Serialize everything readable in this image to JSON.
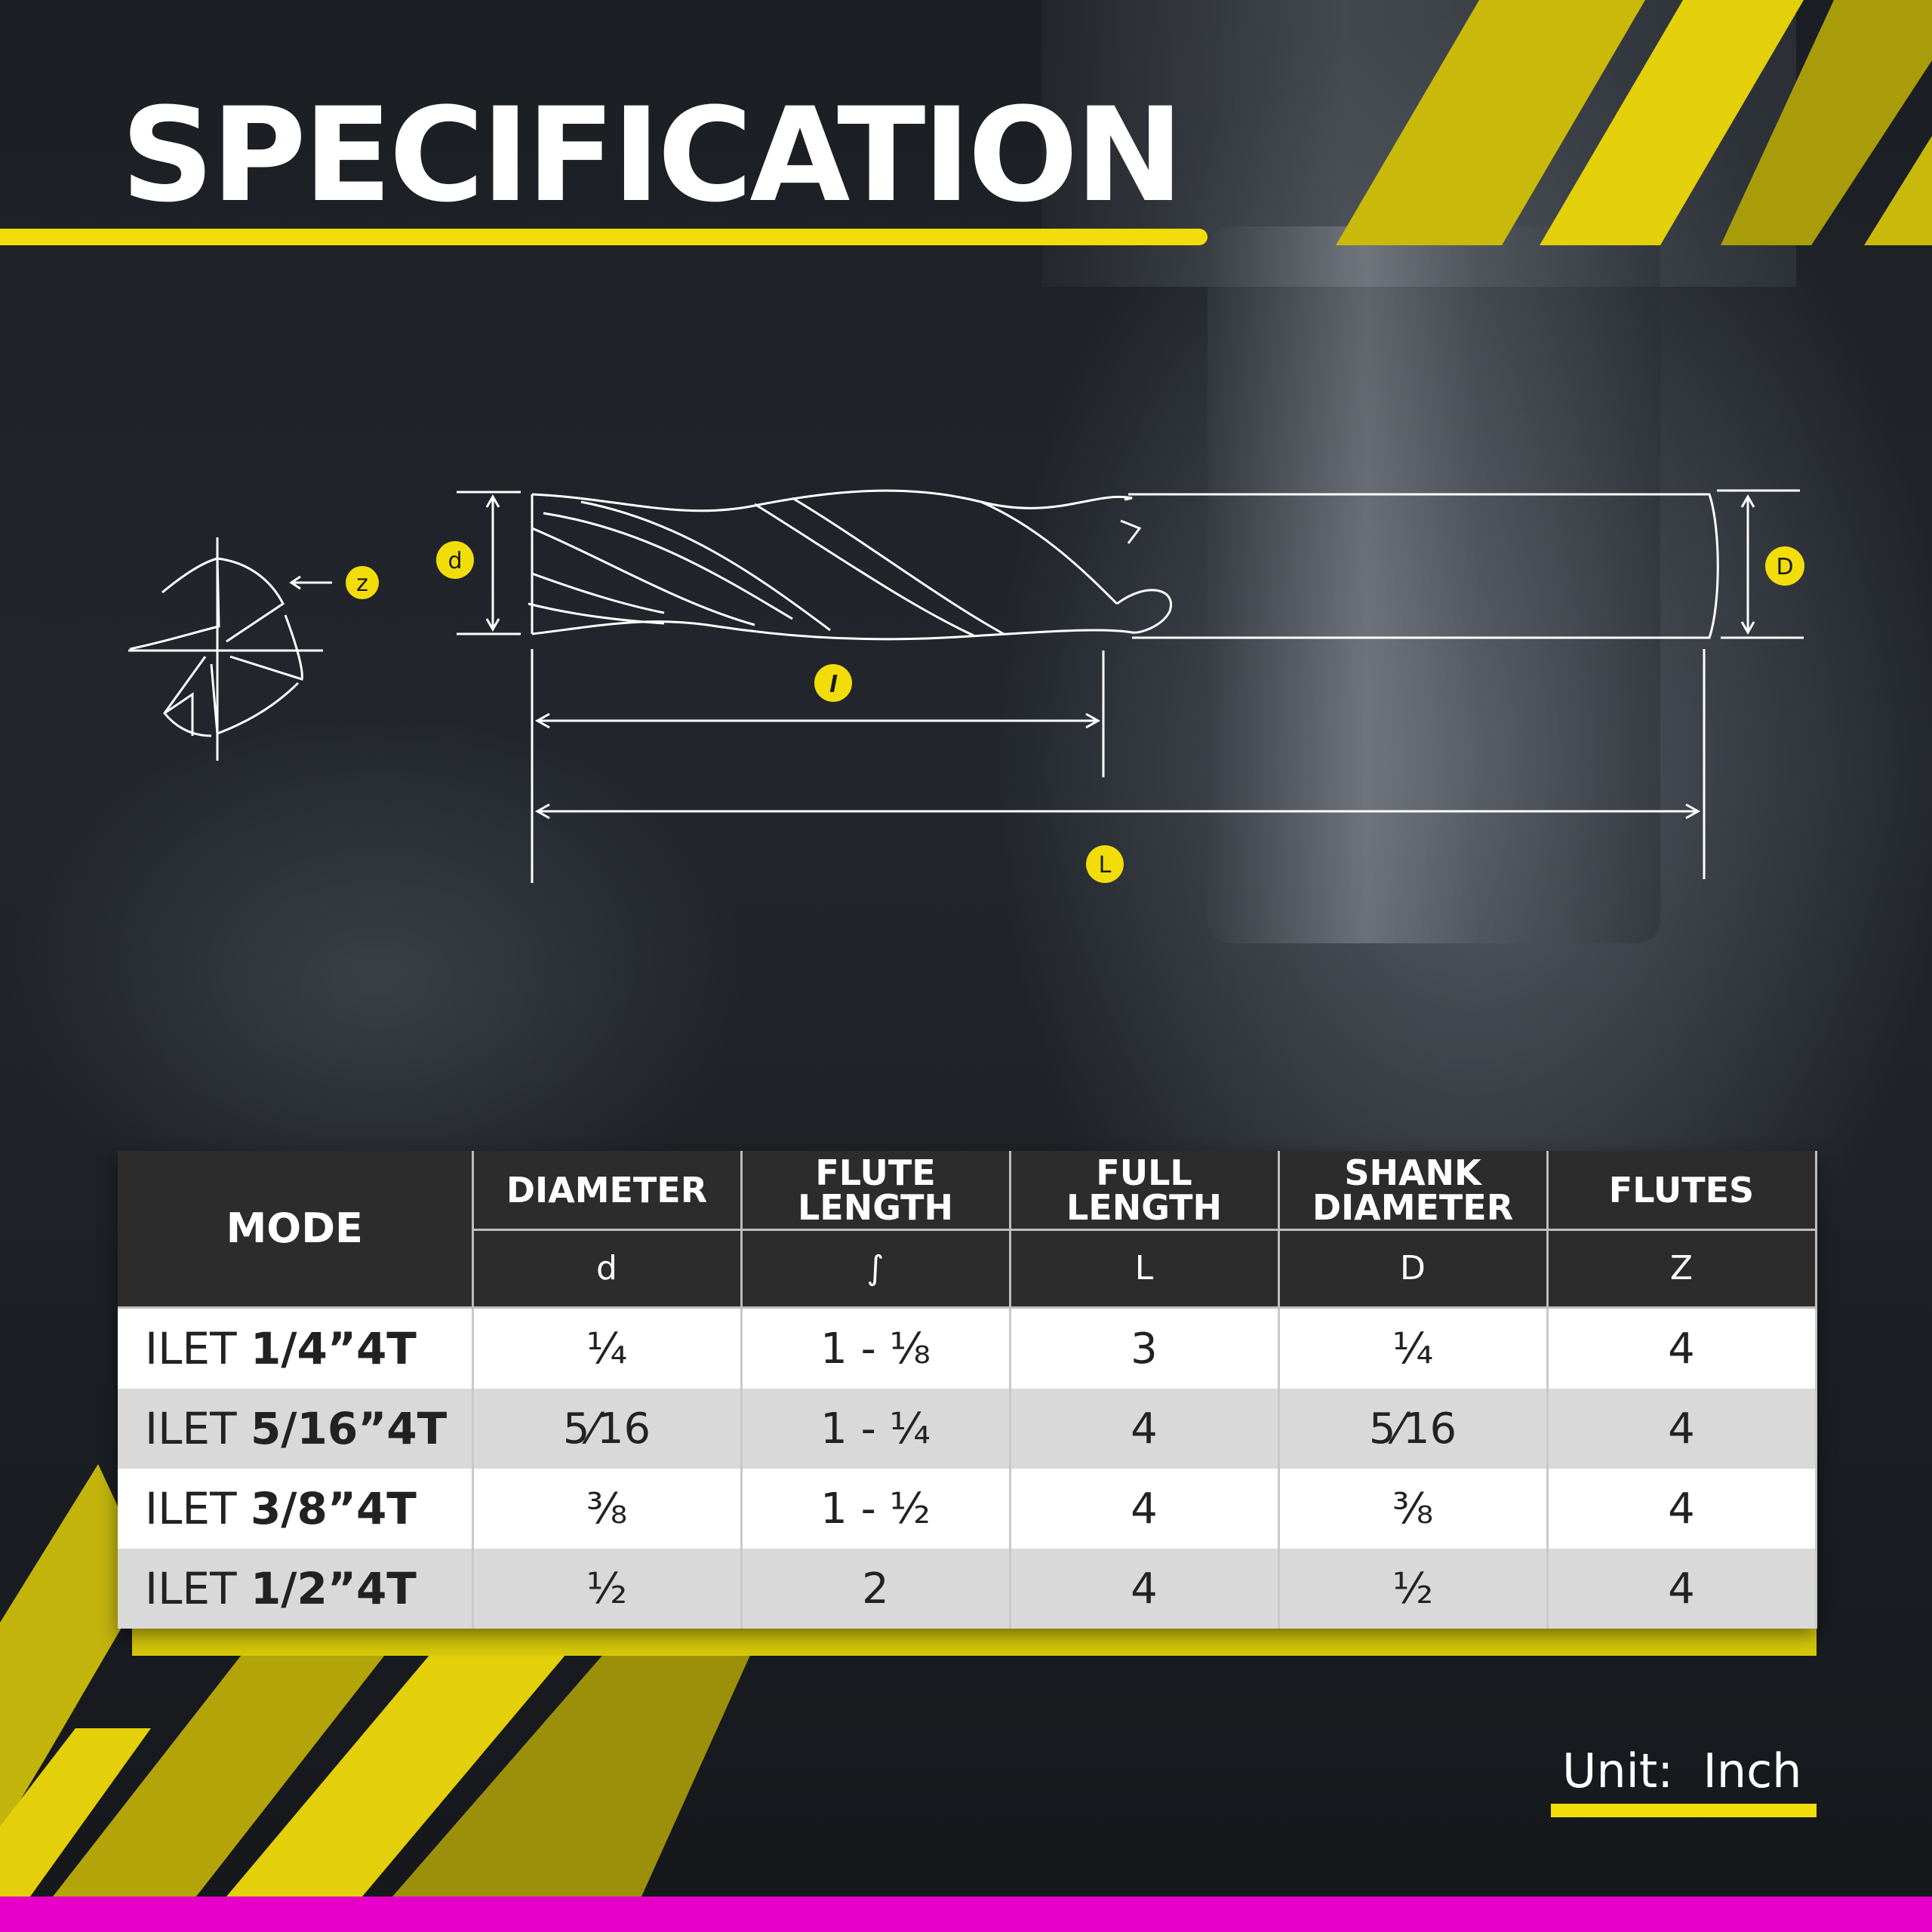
{
  "header": {
    "title": "SPECIFICATION"
  },
  "diagram": {
    "labels": {
      "flutes": "z",
      "diameter": "d",
      "flute_length": "l",
      "full_length": "L",
      "shank_diameter": "D"
    },
    "badge_color": "#f2dd0a",
    "line_color": "#ffffff"
  },
  "table": {
    "headers": {
      "mode": "MODE",
      "diameter": "DIAMETER",
      "flute_length_1": "FLUTE",
      "flute_length_2": "LENGTH",
      "full_length_1": "FULL",
      "full_length_2": "LENGTH",
      "shank_1": "SHANK",
      "shank_2": "DIAMETER",
      "flutes": "FLUTES"
    },
    "symbols": {
      "diameter": "d",
      "flute_length": "∫",
      "full_length": "L",
      "shank": "D",
      "flutes": "Z"
    },
    "rows": [
      {
        "mode_prefix": "ILET ",
        "mode_size": "1/4”4T",
        "diameter": "¼",
        "flute_length": "1 - ⅛",
        "full_length": "3",
        "shank": "¼",
        "flutes": "4"
      },
      {
        "mode_prefix": "ILET ",
        "mode_size": "5/16”4T",
        "diameter": "5⁄16",
        "flute_length": "1 - ¼",
        "full_length": "4",
        "shank": "5⁄16",
        "flutes": "4"
      },
      {
        "mode_prefix": "ILET ",
        "mode_size": "3/8”4T",
        "diameter": "⅜",
        "flute_length": "1 - ½",
        "full_length": "4",
        "shank": "⅜",
        "flutes": "4"
      },
      {
        "mode_prefix": "ILET ",
        "mode_size": "1/2”4T",
        "diameter": "½",
        "flute_length": "2",
        "full_length": "4",
        "shank": "½",
        "flutes": "4"
      }
    ]
  },
  "footer": {
    "unit": "Unit:  Inch"
  },
  "colors": {
    "accent_yellow": "#f2dd0a",
    "magenta": "#e600c8",
    "header_dark": "#2c2c2c"
  }
}
